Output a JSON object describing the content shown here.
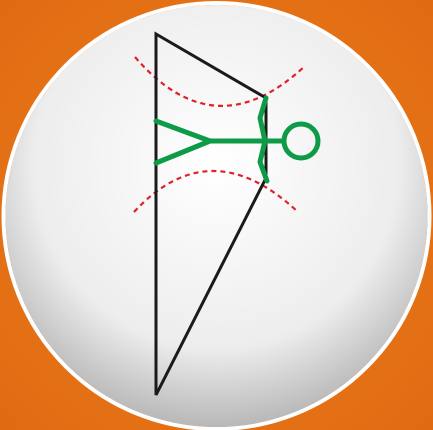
{
  "colors": {
    "background": "#F0801F",
    "background_edge": "#E06A12",
    "disc_light": "#FFFFFF",
    "disc_shadow": "#B8B8B8",
    "disc_rim": "#FFFFFF",
    "triangle_stroke": "#1A1A1A",
    "figure_stroke": "#0E9B48",
    "dashed_curve": "#E0202A"
  },
  "icons": {
    "disc": "circular-badge",
    "triangle": "right-triangle-outline",
    "figure": "stick-figure-lying",
    "curves": "dashed-boundary-arcs"
  }
}
